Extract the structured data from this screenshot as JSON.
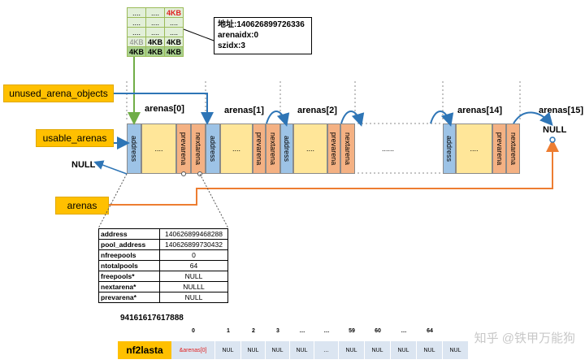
{
  "memory_grid": {
    "rows": [
      [
        {
          "t": "....",
          "c": ""
        },
        {
          "t": "....",
          "c": ""
        },
        {
          "t": "4KB",
          "c": "red"
        }
      ],
      [
        {
          "t": "....",
          "c": ""
        },
        {
          "t": "....",
          "c": ""
        },
        {
          "t": "....",
          "c": ""
        }
      ],
      [
        {
          "t": "....",
          "c": ""
        },
        {
          "t": "....",
          "c": ""
        },
        {
          "t": "....",
          "c": ""
        }
      ],
      [
        {
          "t": "4KB",
          "c": "grey"
        },
        {
          "t": "4KB",
          "c": "bold"
        },
        {
          "t": "4KB",
          "c": "bold"
        }
      ],
      [
        {
          "t": "4KB",
          "c": "green"
        },
        {
          "t": "4KB",
          "c": "green"
        },
        {
          "t": "4KB",
          "c": "green"
        }
      ]
    ]
  },
  "info_box": {
    "line1": "地址:140626899726336",
    "line2": "arenaidx:0",
    "line3": "szidx:3"
  },
  "labels": {
    "unused": "unused_arena_objects",
    "usable": "usable_arenas",
    "arenas": "arenas",
    "null_left": "NULL",
    "null_right": "NULL"
  },
  "arena_labels": [
    "arenas[0]",
    "arenas[1]",
    "arenas[2]",
    "arenas[14]",
    "arenas[15]"
  ],
  "cell_texts": {
    "address": "address",
    "prevarena": "prevarena",
    "nextarena": "nextarena",
    "ellipsis": "....",
    "gap": "......"
  },
  "detail_table": [
    {
      "k": "address",
      "v": "140626899468288"
    },
    {
      "k": "pool_address",
      "v": "140626899730432"
    },
    {
      "k": "nfreepools",
      "v": "0"
    },
    {
      "k": "ntotalpools",
      "v": "64"
    },
    {
      "k": "freepools*",
      "v": "NULL"
    },
    {
      "k": "nextarena*",
      "v": "NULLL"
    },
    {
      "k": "prevarena*",
      "v": "NULL"
    }
  ],
  "detail_address": "94161617617888",
  "nf2lasta": {
    "label": "nf2lasta",
    "indices": [
      "0",
      "1",
      "2",
      "3",
      "…",
      "…",
      "59",
      "60",
      "…",
      "64"
    ],
    "cells": [
      "&arenas[0]",
      "NUL",
      "NUL",
      "NUL",
      "NUL",
      "…",
      "NUL",
      "NUL",
      "NUL",
      "NUL",
      "NUL"
    ]
  },
  "watermark": "知乎 @铁甲万能狗"
}
